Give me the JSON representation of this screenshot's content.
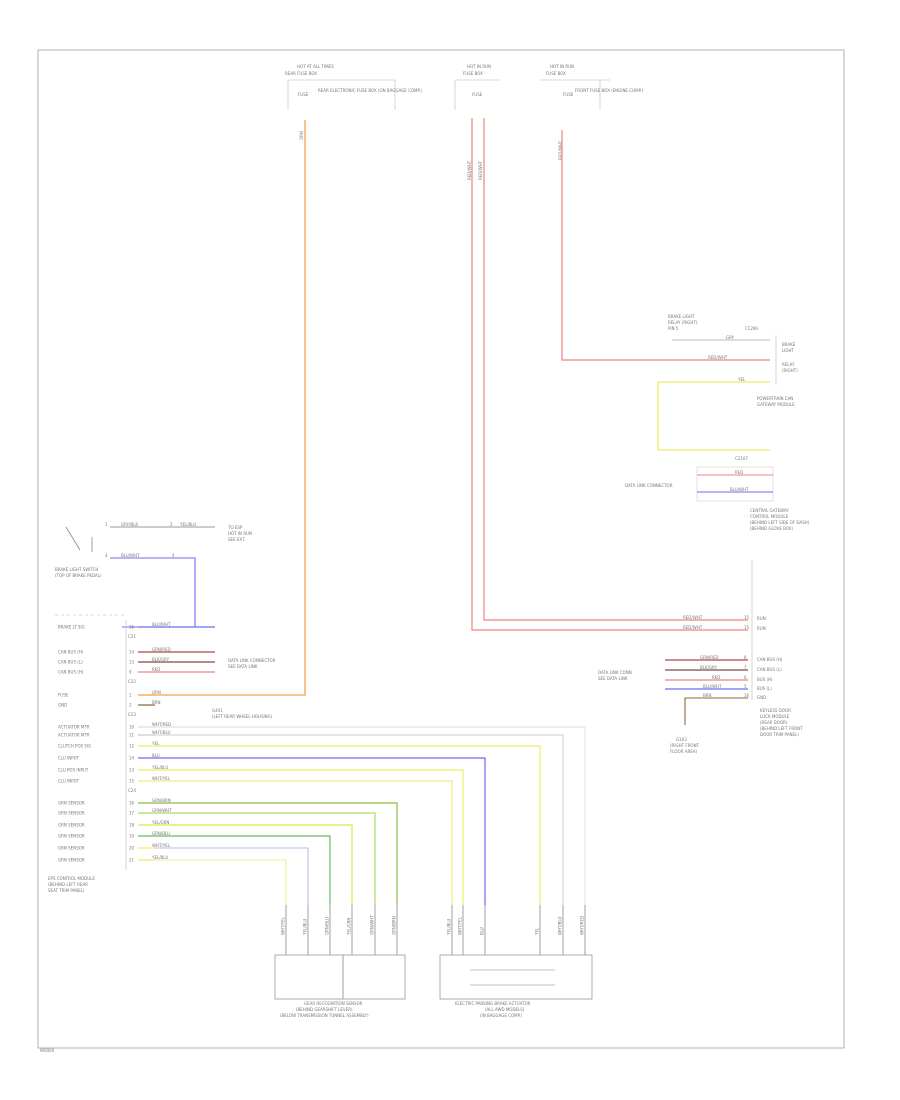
{
  "page_code": "W0000",
  "fuses": {
    "fuse_a": {
      "header_1": "HOT AT ALL TIMES",
      "header_2": "REAR FUSE BOX",
      "fuse_label": "FUSE",
      "box_name": "REAR ELECTRONIC FUSE BOX (ON BAGGAGE COMP.)",
      "wire": "ORN"
    },
    "fuse_b": {
      "header_1": "HOT IN RUN",
      "header_2": "FUSE BOX",
      "fuse_label": "FUSE",
      "wire_1": "RED/WHT",
      "wire_2": "RED/WHT"
    },
    "fuse_c": {
      "header_1": "HOT IN RUN",
      "header_2": "FUSE BOX",
      "fuse_label": "FUSE",
      "box_name": "FRONT FUSE BOX (ENGINE COMP.)",
      "wire": "RED/WHT"
    }
  },
  "brake_light_switch": {
    "title": "BRAKE LIGHT SWITCH",
    "wire_1": "GRY/BLK",
    "wire_2": "BLU/WHT",
    "pin_1": "1",
    "pin_2": "4",
    "wire_3": "YEL/BLU",
    "pin_3": "2",
    "pin_4": "4",
    "label_1": "BRAKE LIGHT SWITCH",
    "label_2": "(TOP OF BRAKE PEDAL)",
    "ref_1": "TO ESP",
    "ref_2": "HOT IN RUN",
    "ref_3": "SEE EXT."
  },
  "eps_module": {
    "title": "EPS CONTROL MODULE",
    "sub_1": "(BEHIND LEFT REAR",
    "sub_2": "SEAT TRIM PANEL)",
    "pins": [
      {
        "name": "BRAKE LT SIG",
        "pin": "16",
        "wire": "BLU/WHT"
      },
      {
        "name": "CAN BUS (H)",
        "pin": "14",
        "wire": "GRN/RED"
      },
      {
        "name": "CAN BUS (L)",
        "pin": "13",
        "wire": "BLK/GRY"
      },
      {
        "name": "CAN BUS (H)",
        "pin": "9",
        "wire": "RED"
      },
      {
        "name": "FUSE",
        "pin": "1",
        "wire": "ORN"
      },
      {
        "name": "GND",
        "pin": "2",
        "wire": "BRN"
      },
      {
        "name": "ACTUATOR MTR",
        "pin": "10",
        "wire": "WHT/RED"
      },
      {
        "name": "ACTUATOR MTR",
        "pin": "11",
        "wire": "WHT/BLU"
      },
      {
        "name": "CLUTCH POS SIG",
        "pin": "12",
        "wire": "YEL"
      },
      {
        "name": "CLU INPUT",
        "pin": "14",
        "wire": "BLU"
      },
      {
        "name": "CLU POS INPUT",
        "pin": "13",
        "wire": "YEL/BLU"
      },
      {
        "name": "CLU INPUT",
        "pin": "15",
        "wire": "WHT/YEL"
      },
      {
        "name": "GRN SENSOR",
        "pin": "16",
        "wire": "GRN/BRN"
      },
      {
        "name": "GRN SENSOR",
        "pin": "17",
        "wire": "GRN/WHT"
      },
      {
        "name": "GRN SENSOR",
        "pin": "18",
        "wire": "YEL/GRN"
      },
      {
        "name": "GRN SENSOR",
        "pin": "19",
        "wire": "GRN/BLU"
      },
      {
        "name": "GRN SENSOR",
        "pin": "20",
        "wire": "WHT/YEL"
      },
      {
        "name": "GRN SENSOR",
        "pin": "21",
        "wire": "YEL/BLU"
      }
    ],
    "conn_1": "C21",
    "conn_2": "C22",
    "conn_3": "C23",
    "conn_4": "C24",
    "can_ref_1": "DATA LINK CONNECTOR",
    "can_ref_2": "SEE DATA LINK",
    "gnd_ref": "G401",
    "gnd_ref_2": "(LEFT REAR WHEEL HOUSING)"
  },
  "sensor_block": {
    "title": "GEAR RECOGNITION SENSOR",
    "sub_1": "(BEHIND GEARSHIFT LEVER)",
    "sub_2": "(BELOW TRANSMISSION TUNNEL ASSEMBLY)",
    "sub_3": "",
    "wires": [
      "WHT/YEL",
      "YEL/BLU",
      "GRN/BLU",
      "YEL/GRN",
      "GRN/WHT",
      "GRN/BRN"
    ]
  },
  "motor_block": {
    "title": "ELECTRIC PARKING BRAKE ACTUATOR",
    "sub_1": "(ALL AWD MODELS)",
    "sub_2": "(IN BAGGAGE COMP.)",
    "wires": [
      "YEL/BLU",
      "WHT/YEL",
      "BLU",
      "YEL",
      "WHT/BLU",
      "WHT/RED"
    ]
  },
  "right_side": {
    "top_ref_1": "BRAKE LIGHT",
    "top_ref_2": "RELAY (RIGHT)",
    "top_ref_3": "PIN 5",
    "top_wire_1": "GRY",
    "top_wire_2": "RED/WHT",
    "connector_1": "C1290",
    "relay_name_1": "BRAKE",
    "relay_name_2": "LIGHT",
    "relay_name_3": "RELAY",
    "relay_name_4": "(RIGHT)",
    "yel_wire": "YEL",
    "yel_ref_1": "POWERTRAIN CAN",
    "yel_ref_2": "GATEWAY MODULE",
    "c_label": "C2107",
    "data_link_1": "DATA LINK CONNECTOR",
    "data_link_wire_1": "RED",
    "data_link_wire_2": "BLU/WHT",
    "gateway_1": "CENTRAL GATEWAY",
    "gateway_2": "CONTROL MODULE",
    "gateway_3": "(BEHIND LEFT SIDE OF DASH)",
    "gateway_4": "(BEHIND GLOVE BOX)",
    "wire_a": "RED/WHT",
    "wire_b": "RED/WHT",
    "wire_c": "GRN/RED",
    "wire_d": "BLK/GRY",
    "wire_e": "RED",
    "wire_f": "BLU/WHT",
    "wire_g": "BRN",
    "pin_a": "15",
    "pin_b": "15",
    "pin_c": "8",
    "pin_d": "7",
    "pin_e": "6",
    "pin_f": "5",
    "pin_g": "16",
    "lab_a": "RUN",
    "lab_b": "RUN",
    "lab_c": "CAN BUS (H)",
    "lab_d": "CAN BUS (L)",
    "lab_e": "BUS (H)",
    "lab_f": "BUS (L)",
    "lab_g": "GND",
    "can_ref_1": "DATA LINK CONN",
    "can_ref_2": "SEE DATA LINK",
    "gnd_1": "G103",
    "gnd_2": "(RIGHT FRONT",
    "gnd_3": "FLOOR AREA)",
    "module_1": "KEYLESS DOOR",
    "module_2": "LOCK MODULE",
    "module_3": "(REAR DOOR)",
    "module_4": "(BEHIND LEFT FRONT",
    "module_5": "DOOR TRIM PANEL)"
  },
  "colors": {
    "orange": "#f5a24a",
    "red": "#f28080",
    "blue": "#6b6bf0",
    "yellow": "#eeee66",
    "green": "#88c040",
    "border": "#9a9a9a"
  }
}
